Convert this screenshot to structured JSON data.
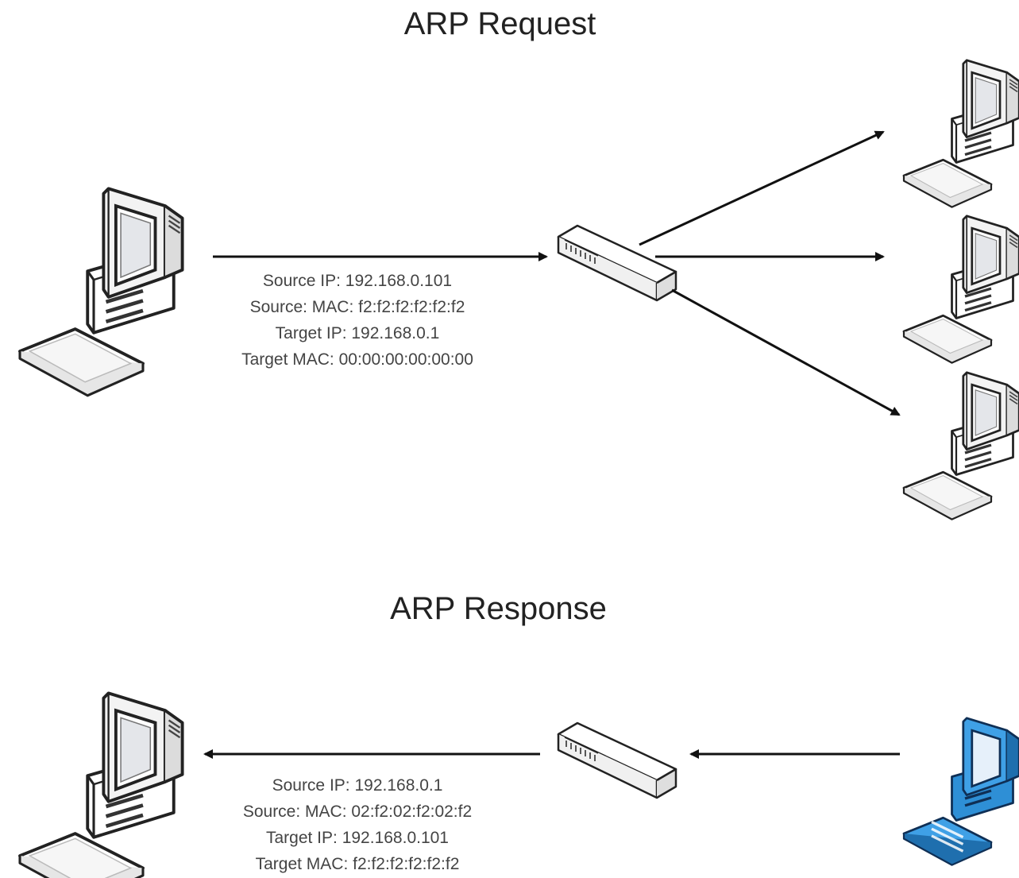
{
  "request": {
    "title": "ARP Request",
    "source_ip": "Source IP: 192.168.0.101",
    "source_mac": "Source: MAC: f2:f2:f2:f2:f2:f2",
    "target_ip": "Target IP: 192.168.0.1",
    "target_mac": "Target MAC: 00:00:00:00:00:00"
  },
  "response": {
    "title": "ARP Response",
    "source_ip": "Source IP: 192.168.0.1",
    "source_mac": "Source: MAC: 02:f2:02:f2:02:f2",
    "target_ip": "Target IP: 192.168.0.101",
    "target_mac": "Target MAC:  f2:f2:f2:f2:f2:f2"
  },
  "colors": {
    "computer_default": "#e8e8e8",
    "computer_highlight": "#2e8fd6",
    "arrow": "#111111"
  },
  "icons": {
    "sender": "desktop-computer-icon",
    "switch": "network-switch-icon",
    "receiver": "desktop-computer-icon"
  }
}
